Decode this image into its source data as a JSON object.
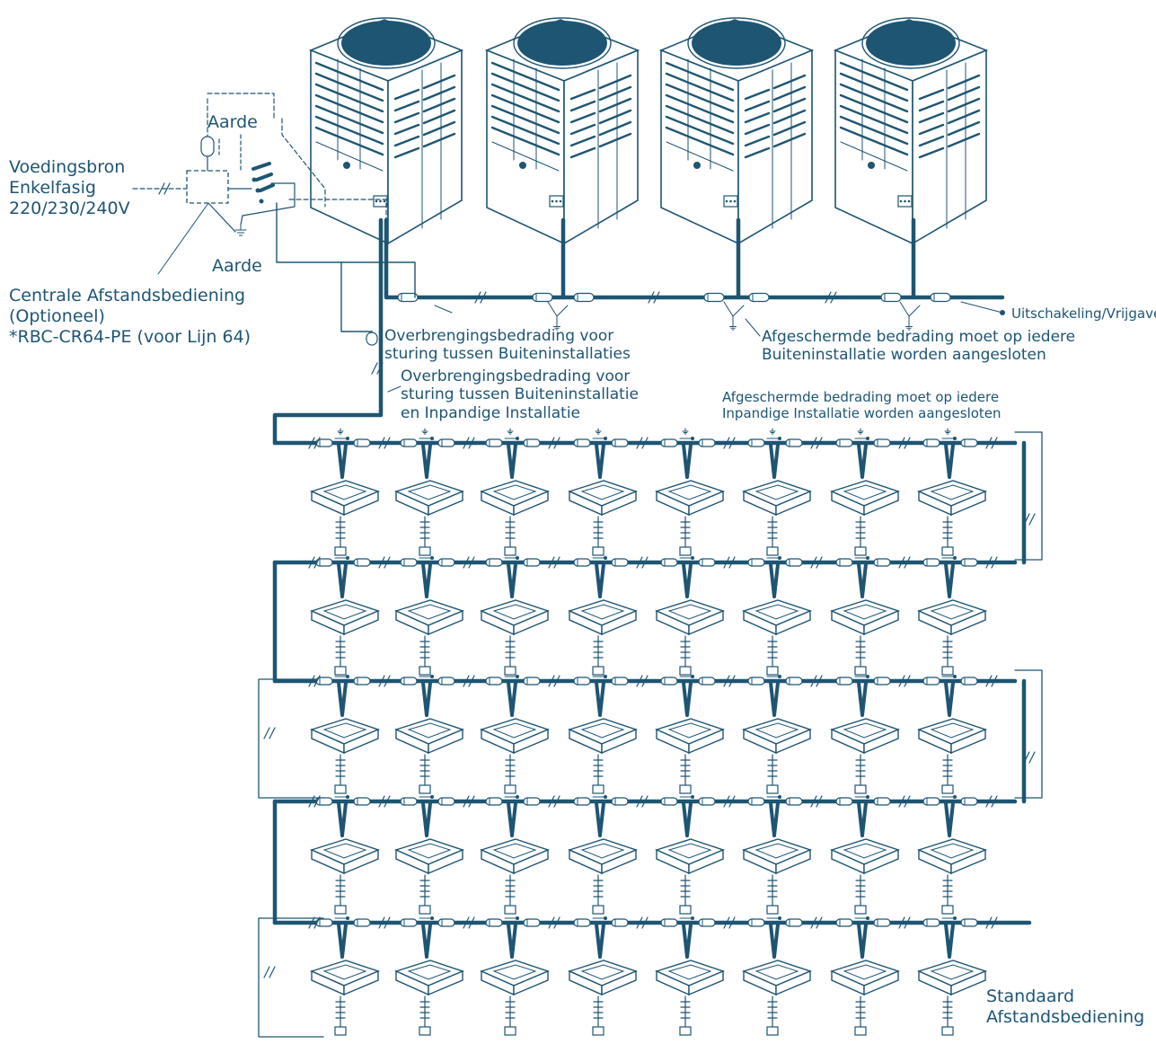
{
  "colors": {
    "ink": "#1e5573",
    "bg": "#ffffff"
  },
  "power_source": {
    "line1": "Voedingsbron",
    "line2": "Enkelfasig",
    "line3": "220/230/240V"
  },
  "earth_top": "Aarde",
  "earth_bottom": "Aarde",
  "central_remote": {
    "line1": "Centrale Afstandsbediening",
    "line2": "(Optioneel)",
    "line3": "*RBC-CR64-PE (voor Lijn 64)"
  },
  "outdoor_transmission": {
    "line1": "Overbrengingsbedrading voor",
    "line2": "sturing tussen Buiteninstallaties"
  },
  "outdoor_shield": {
    "line1": "Afgeschermde bedrading moet op iedere",
    "line2": "Buiteninstallatie worden aangesloten"
  },
  "release": "Uitschakeling/Vrijgave",
  "indoor_transmission": {
    "line1": "Overbrengingsbedrading voor",
    "line2": "sturing tussen Buiteninstallatie",
    "line3": "en Inpandige Installatie"
  },
  "indoor_shield": {
    "line1": "Afgeschermde bedrading moet op iedere",
    "line2": "Inpandige Installatie worden aangesloten"
  },
  "standard_remote": {
    "line1": "Standaard",
    "line2": "Afstandsbediening"
  },
  "icons": [
    "outdoor-unit-icon",
    "indoor-unit-icon",
    "remote-controller-icon",
    "earth-icon",
    "switch-icon"
  ],
  "outdoor_unit_count": 4,
  "indoor_rows": 5,
  "indoor_per_row": 8
}
